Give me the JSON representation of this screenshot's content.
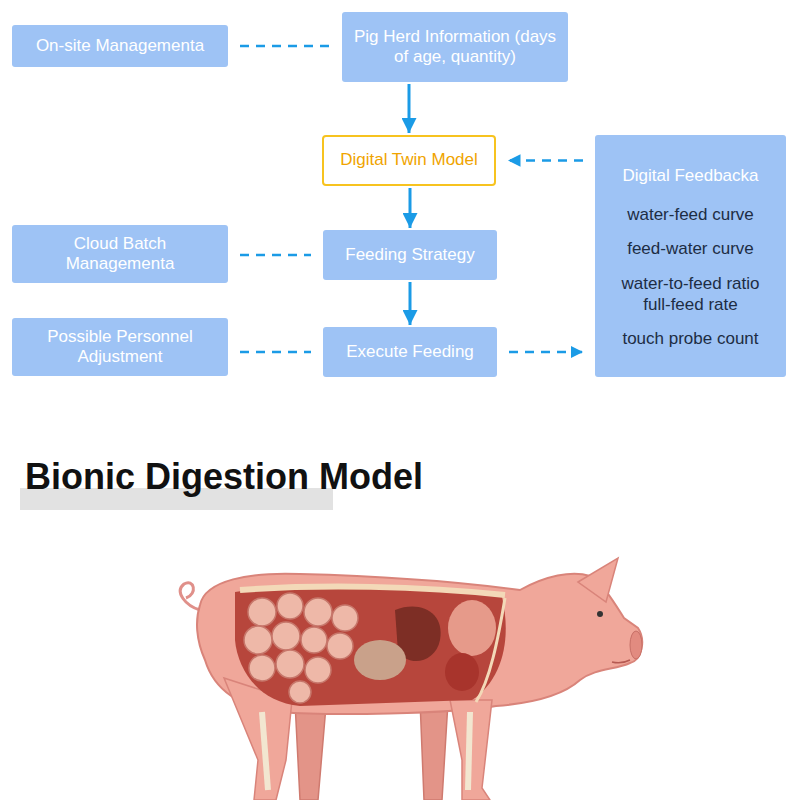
{
  "diagram": {
    "title": "Bionic Digestion Model",
    "nodes": [
      {
        "text": [
          "On-site Managementa"
        ]
      },
      {
        "text": [
          "Pig Herd Information (days of age, quantity)"
        ]
      },
      {
        "text": [
          "Digital Twin Model"
        ]
      },
      {
        "text": [
          "Digital Feedbacka",
          "water-feed curve",
          "feed-water curve",
          "water-to-feed ratio",
          "full-feed rate",
          "touch probe count"
        ]
      },
      {
        "text": [
          "Cloud Batch Managementa"
        ]
      },
      {
        "text": [
          "Feeding Strategy"
        ]
      },
      {
        "text": [
          "Possible Personnel Adjustment"
        ]
      },
      {
        "text": [
          "Execute Feeding"
        ]
      }
    ],
    "edges": [
      {
        "from": 0,
        "to": 1,
        "arrow": "none"
      },
      {
        "from": 1,
        "to": 2,
        "arrow": "to"
      },
      {
        "from": 3,
        "to": 2,
        "arrow": "to"
      },
      {
        "from": 2,
        "to": 5,
        "arrow": "to"
      },
      {
        "from": 4,
        "to": 5,
        "arrow": "none"
      },
      {
        "from": 5,
        "to": 7,
        "arrow": "to"
      },
      {
        "from": 6,
        "to": 7,
        "arrow": "none"
      },
      {
        "from": 7,
        "to": 3,
        "arrow": "to"
      }
    ]
  }
}
